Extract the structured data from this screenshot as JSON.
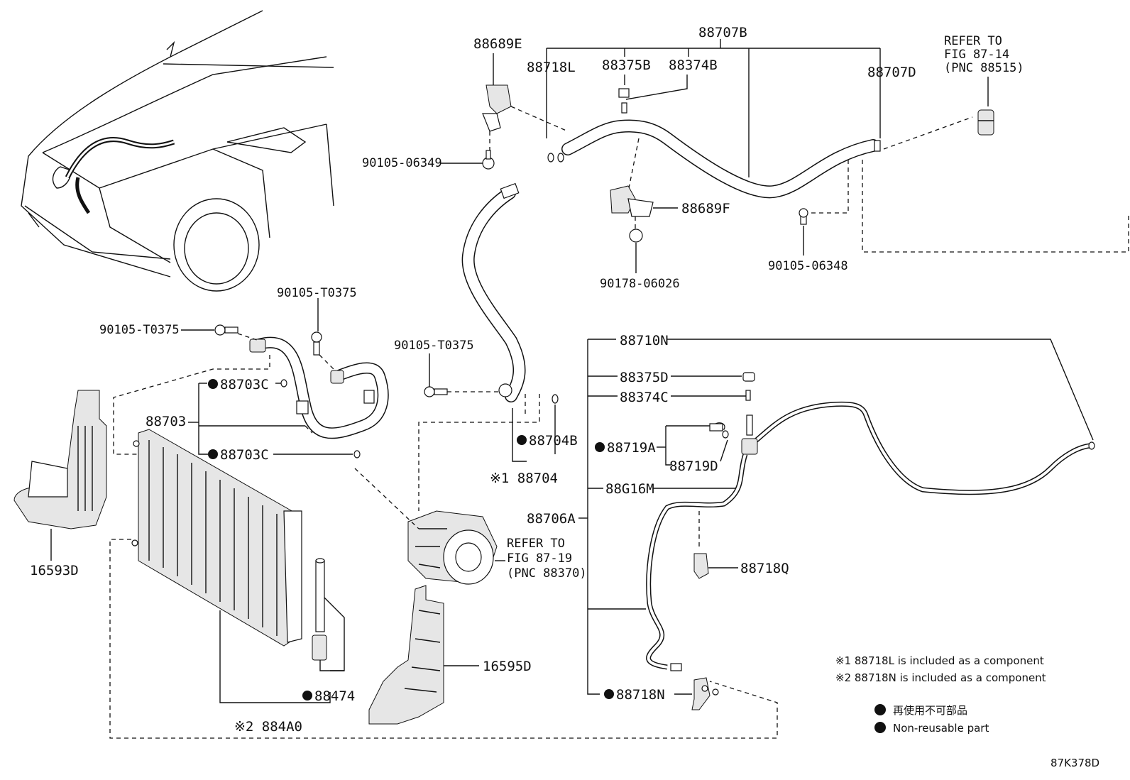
{
  "labels": {
    "p88707B": "88707B",
    "p88689E": "88689E",
    "p88718L": "88718L",
    "p88375B": "88375B",
    "p88374B": "88374B",
    "p88707D": "88707D",
    "refer1_l1": "REFER TO",
    "refer1_l2": "FIG 87-14",
    "refer1_l3": "(PNC 88515)",
    "p90105_06349": "90105-06349",
    "p88689F": "88689F",
    "p90105_06348": "90105-06348",
    "p90178_06026": "90178-06026",
    "p90105_T0375_a": "90105-T0375",
    "p90105_T0375_b": "90105-T0375",
    "p90105_T0375_c": "90105-T0375",
    "p88703C_a": "88703C",
    "p88703": "88703",
    "p88703C_b": "88703C",
    "p88704B": "88704B",
    "p88704": "※1 88704",
    "p88710N": "88710N",
    "p88375D": "88375D",
    "p88374C": "88374C",
    "p88719A": "88719A",
    "p88719D": "88719D",
    "p88G16M": "88G16M",
    "p88706A": "88706A",
    "p88718Q": "88718Q",
    "p88718N": "88718N",
    "refer2_l1": "REFER TO",
    "refer2_l2": "FIG 87-19",
    "refer2_l3": "(PNC 88370)",
    "p16593D": "16593D",
    "p16595D": "16595D",
    "p88474": "88474",
    "p884A0": "※2 884A0"
  },
  "notes": {
    "n1": "※1 88718L is included as a component",
    "n2": "※2 88718N is included as a component",
    "legend_jp": "再使用不可部品",
    "legend_en": "Non-reusable part"
  },
  "figure_id": "87K378D"
}
